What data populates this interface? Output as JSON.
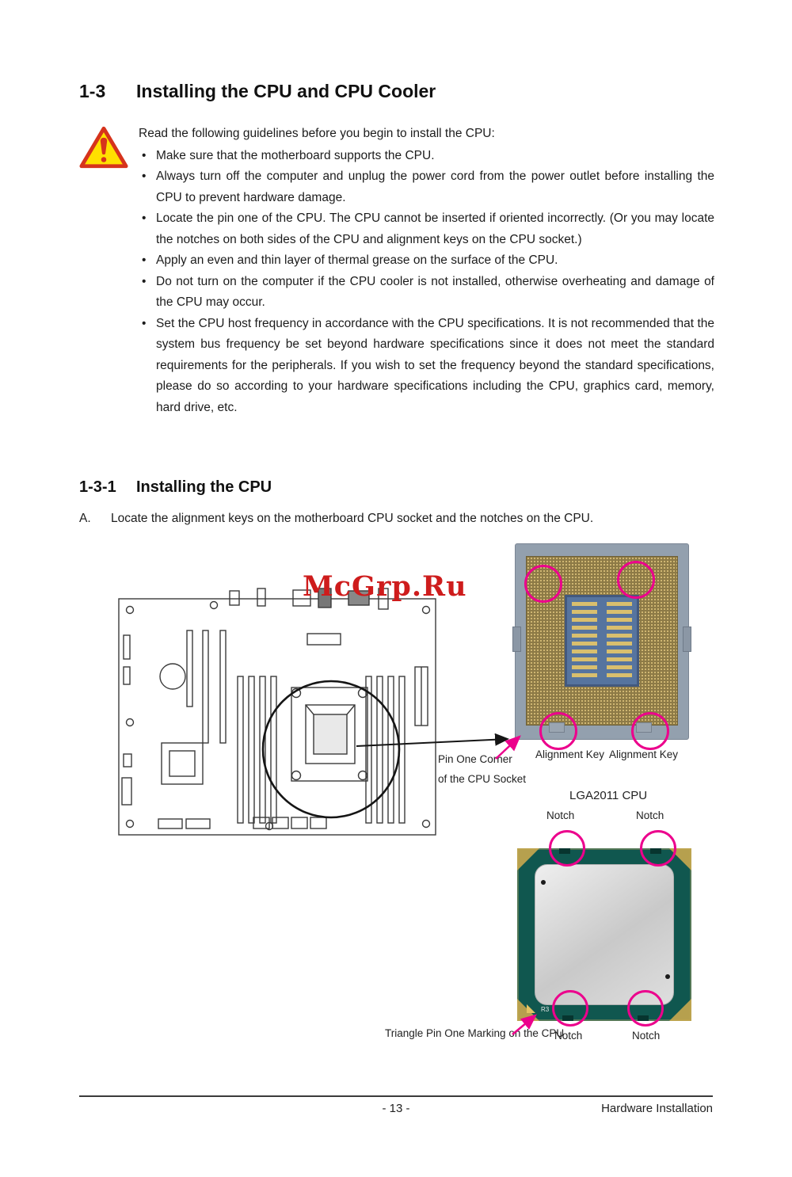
{
  "section": {
    "number": "1-3",
    "title": "Installing the CPU and CPU Cooler"
  },
  "guidelines": {
    "intro": "Read the following guidelines before you begin to install the CPU:",
    "bullets": [
      "Make sure that the motherboard supports the CPU.",
      "Always turn off the computer and unplug the power cord from the power outlet before installing the CPU to prevent hardware damage.",
      "Locate the pin one of the CPU. The CPU cannot be inserted if oriented incorrectly. (Or you may locate the notches on both sides of the CPU and alignment keys on the CPU socket.)",
      "Apply an even and thin layer of thermal grease on the surface of the CPU.",
      "Do not turn on the computer if the CPU cooler is not installed, otherwise overheating and damage of the CPU may occur.",
      "Set the CPU host frequency in accordance with the CPU specifications. It is not recommended that the system bus frequency be set beyond hardware specifications since it does not meet the standard requirements for the peripherals. If you wish to set the frequency beyond the standard specifications, please do so according to your hardware specifications including the CPU, graphics card, memory, hard drive, etc."
    ]
  },
  "subsection": {
    "number": "1-3-1",
    "title": "Installing the CPU",
    "step_label": "A.",
    "step_text": "Locate the alignment keys on the motherboard CPU socket and the notches on the CPU."
  },
  "figure": {
    "watermark": "McGrp.Ru",
    "pin_one_line1": "Pin One Corner",
    "pin_one_line2": "of the CPU Socket",
    "alignment_key_left": "Alignment Key",
    "alignment_key_right": "Alignment Key",
    "cpu_title": "LGA2011 CPU",
    "notch_top_left": "Notch",
    "notch_top_right": "Notch",
    "notch_bottom_left": "Notch",
    "notch_bottom_right": "Notch",
    "triangle_label": "Triangle Pin One Marking on the CPU",
    "cpu_marking": "R3"
  },
  "footer": {
    "page_number": "- 13 -",
    "chapter": "Hardware Installation"
  },
  "colors": {
    "highlight_pink": "#ec008c",
    "watermark_red": "#ce1c1c",
    "warning_yellow": "#ffe000",
    "warning_red": "#d6331c"
  }
}
